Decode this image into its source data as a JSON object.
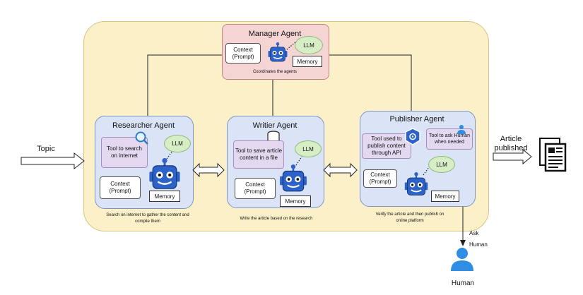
{
  "topic_label": "Topic",
  "article_published": [
    "Article",
    "published"
  ],
  "ask_human": [
    "Ask",
    "Human"
  ],
  "human_label": "Human",
  "manager": {
    "title": "Manager Agent",
    "context": [
      "Context",
      "(Prompt)"
    ],
    "llm": "LLM",
    "memory": "Memory",
    "caption": "Coordinates the agents"
  },
  "researcher": {
    "title": "Researcher Agent",
    "tool": [
      "Tool to search",
      "on internet"
    ],
    "llm": "LLM",
    "context": [
      "Context",
      "(Prompt)"
    ],
    "memory": "Memory",
    "caption": [
      "Search on internet to gather the content and",
      "compile them"
    ]
  },
  "writer": {
    "title": "Writier Agent",
    "tool": [
      "Tool to save article",
      "content in a file"
    ],
    "llm": "LLM",
    "context": [
      "Context",
      "(Prompt)"
    ],
    "memory": "Memory",
    "caption": "Write the article based on the research"
  },
  "publisher": {
    "title": "Publisher Agent",
    "tool1": [
      "Tool used to",
      "publish content",
      "through API"
    ],
    "tool2": [
      "Tool to ask Human",
      "when needed"
    ],
    "context": [
      "Context",
      "(Prompt)"
    ],
    "llm": "LLM",
    "memory": "Memory",
    "caption": [
      "Verify the article and then publish on",
      "online platform"
    ]
  },
  "colors": {
    "container": "#fbf0c8",
    "agent_box": "#dbe4f6",
    "manager_box": "#f5d4d4",
    "robot": "#2d63c8",
    "llm": "#d6edc6",
    "tool": "#e3d8ef",
    "human": "#2f8de4"
  }
}
